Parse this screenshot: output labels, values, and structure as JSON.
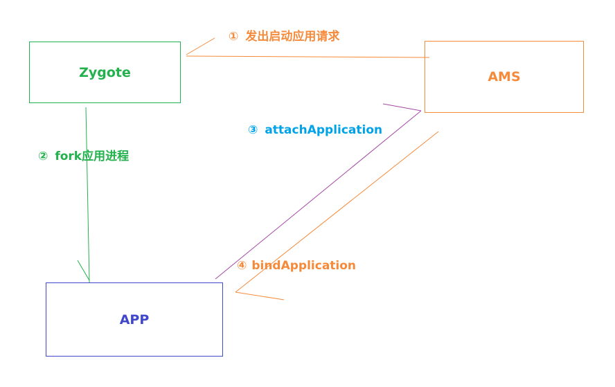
{
  "colors": {
    "zygote": "#22b14c",
    "ams": "#f58a3a",
    "app": "#3f48cc",
    "step1": "#f58a3a",
    "step2": "#22b14c",
    "step3": "#00a2e8",
    "step4": "#f58a3a",
    "attach_line": "#a349a4"
  },
  "nodes": {
    "zygote": "Zygote",
    "ams": "AMS",
    "app": "APP"
  },
  "steps": {
    "step1": {
      "num": "①",
      "text": "发出启动应用请求"
    },
    "step2": {
      "num": "②",
      "text": "fork应用进程"
    },
    "step3": {
      "num": "③",
      "text": "attachApplication"
    },
    "step4": {
      "num": "④",
      "text": "bindApplication"
    }
  }
}
